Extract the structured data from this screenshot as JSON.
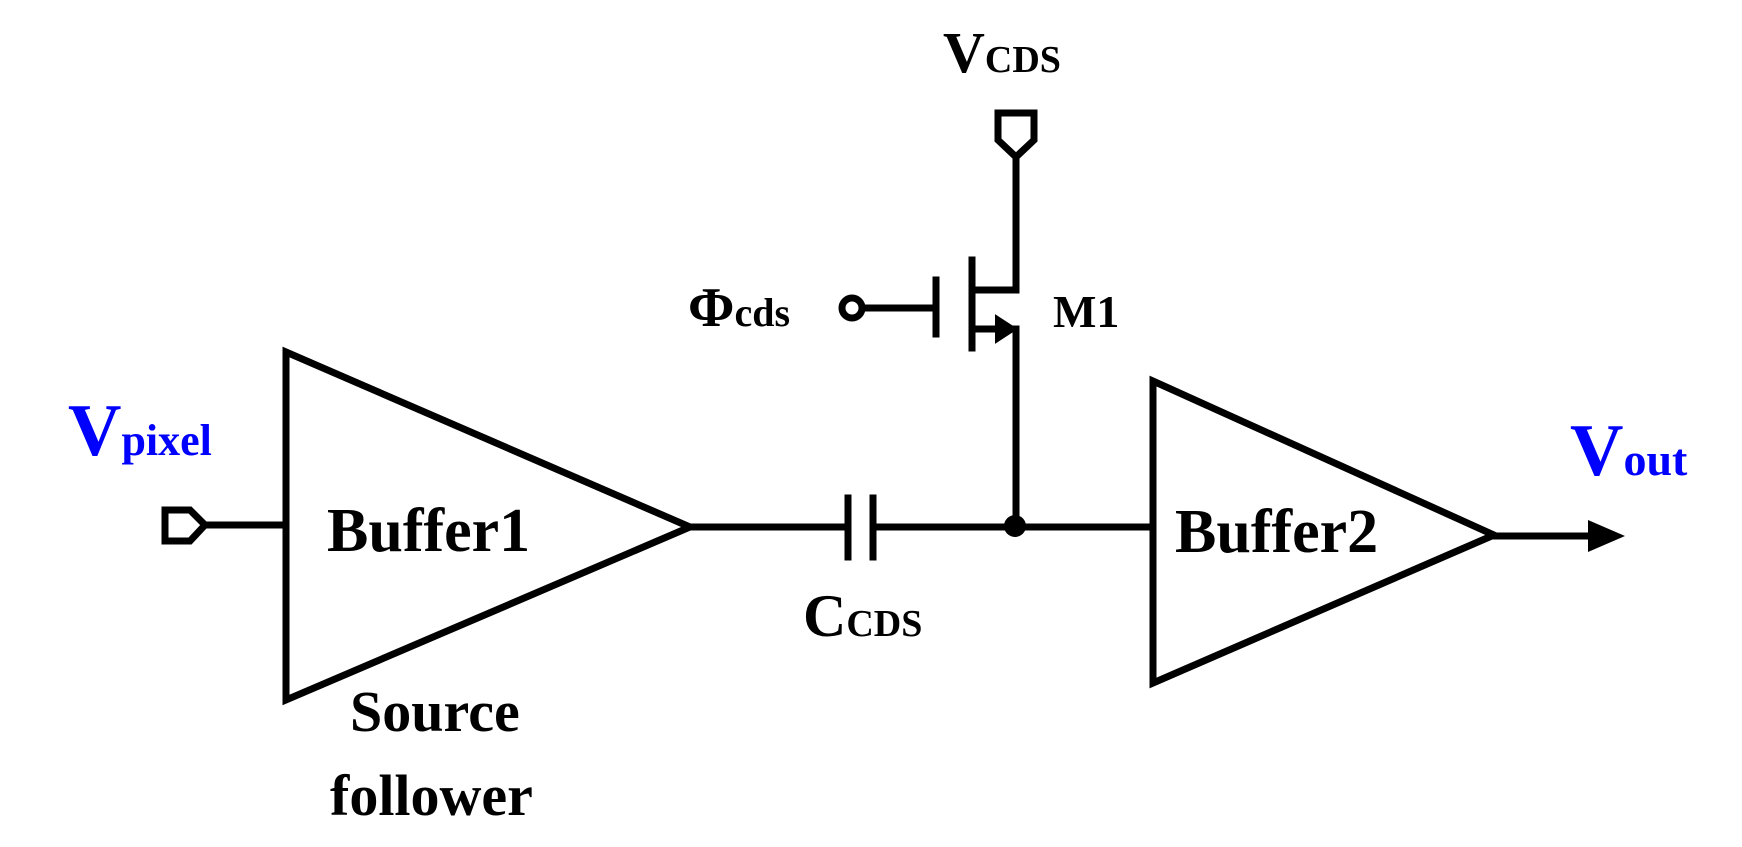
{
  "labels": {
    "vcds": {
      "main": "V",
      "sub": "CDS"
    },
    "phi_cds": {
      "main": "Φ",
      "sub": "cds"
    },
    "m1": "M1",
    "vpixel": {
      "main": "V",
      "sub": "pixel"
    },
    "vout": {
      "main": "V",
      "sub": "out"
    },
    "buffer1": "Buffer1",
    "buffer2": "Buffer2",
    "ccds": {
      "main": "C",
      "sub": "CDS"
    },
    "source_follower": [
      "Source",
      "follower"
    ]
  },
  "colors": {
    "wire": "#000000",
    "signal_label": "#0000ff",
    "text": "#000000",
    "background": "#ffffff"
  }
}
